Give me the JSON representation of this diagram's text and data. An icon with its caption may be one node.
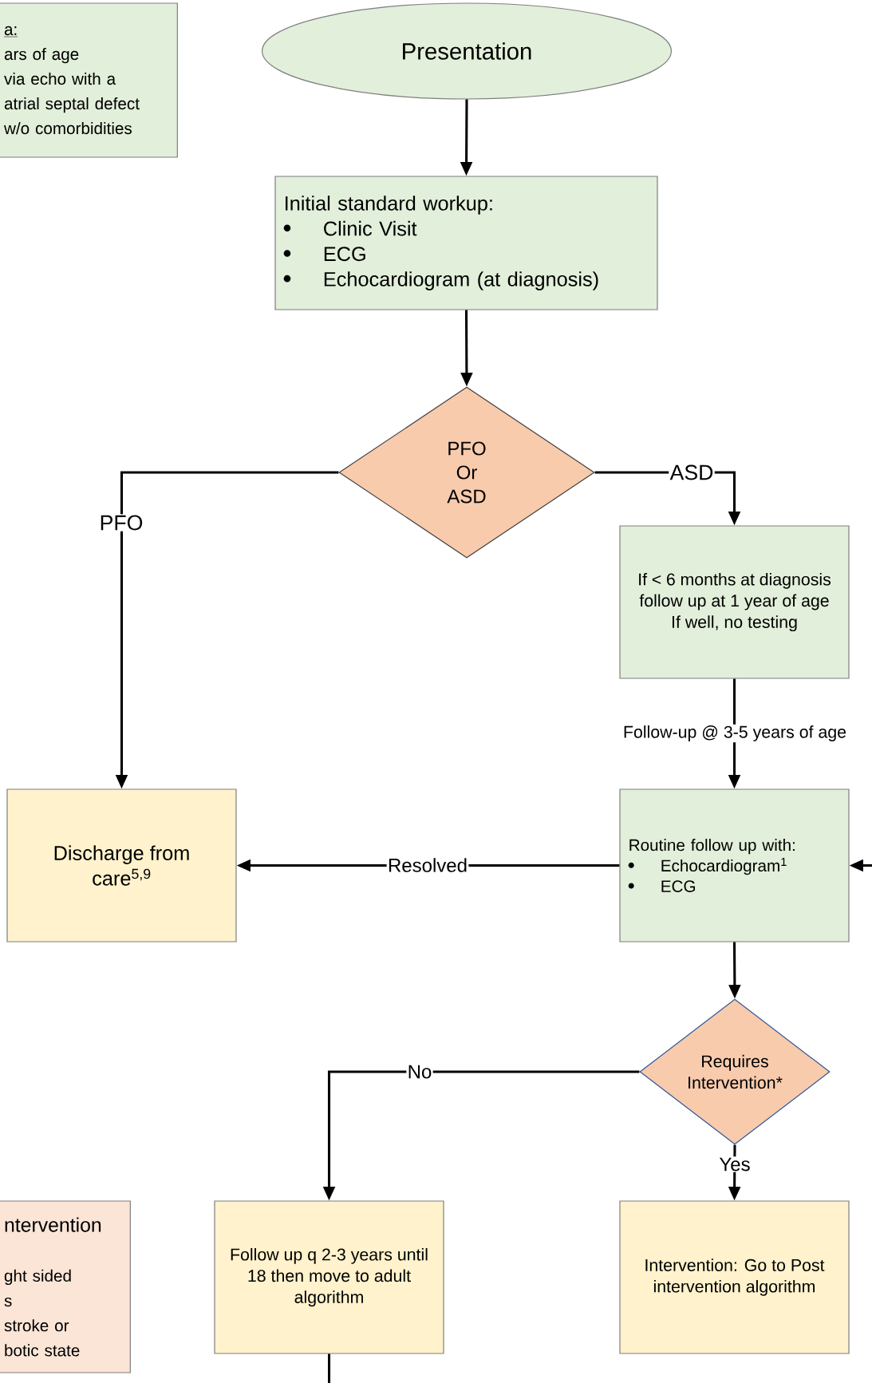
{
  "diagram": {
    "nodes": [
      {
        "text": [
          "a:",
          "ars of age",
          "via echo with a",
          "atrial septal defect",
          "w/o comorbidities"
        ]
      },
      {
        "text": [
          "Presentation"
        ]
      },
      {
        "text": [
          "Initial standard workup:",
          "Clinic Visit",
          "ECG",
          "Echocardiogram (at diagnosis)"
        ]
      },
      {
        "text": [
          "PFO Or ASD"
        ]
      },
      {
        "text": [
          "If < 6 months at diagnosis follow up at 1 year of age",
          "If well, no testing"
        ]
      },
      {
        "text": [
          "Discharge from care$^{5,9}$"
        ]
      },
      {
        "text": [
          "Routine follow up with:",
          "Echocardiogram$^{1}$",
          "ECG"
        ]
      },
      {
        "text": [
          "Requires Intervention*"
        ]
      },
      {
        "text": [
          "ntervention",
          "ght sided",
          "s",
          "stroke or",
          "botic state"
        ]
      },
      {
        "text": [
          "Follow up q 2-3 years until 18 then move to adult algorithm"
        ]
      },
      {
        "text": [
          "Intervention: Go to Post intervention algorithm"
        ]
      }
    ],
    "edges": [
      {
        "from": 1,
        "to": 2,
        "arrow": "to"
      },
      {
        "from": 2,
        "to": 3,
        "arrow": "to"
      },
      {
        "from": 3,
        "to": 5,
        "arrow": "to",
        "label": "PFO"
      },
      {
        "from": 3,
        "to": 4,
        "arrow": "to",
        "label": "ASD"
      },
      {
        "from": 4,
        "to": 6,
        "arrow": "to",
        "label": "Follow-up @ 3-5 years of age"
      },
      {
        "from": 6,
        "to": 5,
        "arrow": "to",
        "label": "Resolved"
      },
      {
        "from": 6,
        "to": 7,
        "arrow": "to"
      },
      {
        "from": 7,
        "to": 9,
        "arrow": "to",
        "label": "No"
      },
      {
        "from": 7,
        "to": 10,
        "arrow": "to",
        "label": "Yes"
      },
      {
        "from": null,
        "to": 6,
        "arrow": "to"
      },
      {
        "from": 9,
        "to": null,
        "arrow": "none"
      }
    ]
  }
}
